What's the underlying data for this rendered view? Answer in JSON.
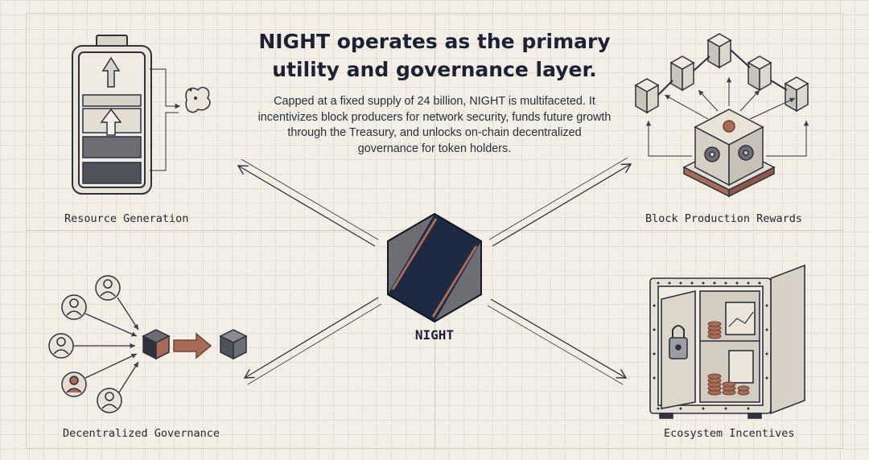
{
  "title": "NIGHT operates as the primary utility and governance layer.",
  "description": "Capped at a fixed supply of 24 billion, NIGHT is multifaceted. It incentivizes block producers for network security, funds future growth through the Treasury, and unlocks on-chain decentralized governance for token holders.",
  "center_label": "NIGHT",
  "quadrants": {
    "top_left": "Resource Generation",
    "top_right": "Block Production Rewards",
    "bottom_left": "Decentralized Governance",
    "bottom_right": "Ecosystem Incentives"
  },
  "colors": {
    "navy": "#1e2a44",
    "copper": "#a86b55",
    "gray": "#6c6e73",
    "background": "#f3efe6",
    "ink": "#1d2333"
  },
  "icons": [
    "battery-icon",
    "cube-network-icon",
    "governance-users-icon",
    "vault-safe-icon",
    "night-hexagon-logo"
  ]
}
